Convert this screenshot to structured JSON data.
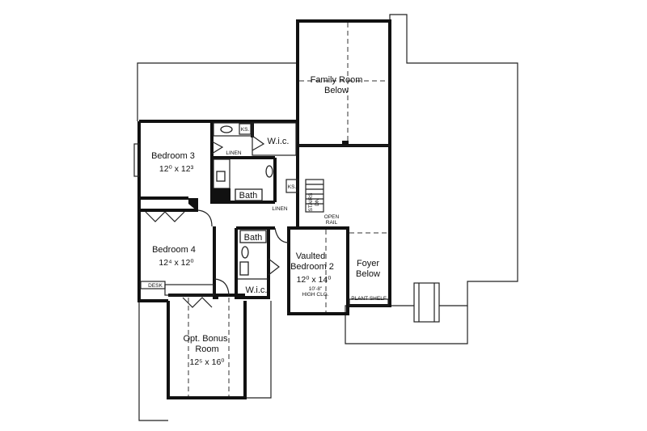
{
  "rooms": {
    "family_room": {
      "line1": "Family Room",
      "line2": "Below"
    },
    "bedroom3": {
      "name": "Bedroom 3",
      "dims": "12⁰ x 12³"
    },
    "bedroom4": {
      "name": "Bedroom 4",
      "dims": "12⁴ x 12⁰"
    },
    "bedroom2": {
      "line1": "Vaulted",
      "line2": "Bedroom 2",
      "dims": "12⁰ x 14⁰",
      "note1": "10'-8\"",
      "note2": "HIGH CLG."
    },
    "foyer": {
      "line1": "Foyer",
      "line2": "Below"
    },
    "bonus": {
      "line1": "Opt. Bonus",
      "line2": "Room",
      "dims": "12⁵ x 16⁰"
    }
  },
  "labels": {
    "wic_top": "W.i.c.",
    "wic_bottom": "W.i.c.",
    "bath_top": "Bath",
    "bath_bottom": "Bath",
    "ks_top": "KS.",
    "ks_mid": "KS.",
    "linen_top": "LINEN",
    "linen_mid": "LINEN",
    "open_rail_1": "OPEN",
    "open_rail_2": "RAIL",
    "stairs": "STAIRS",
    "stairs_dn": "DN",
    "desk": "DESK",
    "plant_shelf": "PLANT SHELF"
  }
}
